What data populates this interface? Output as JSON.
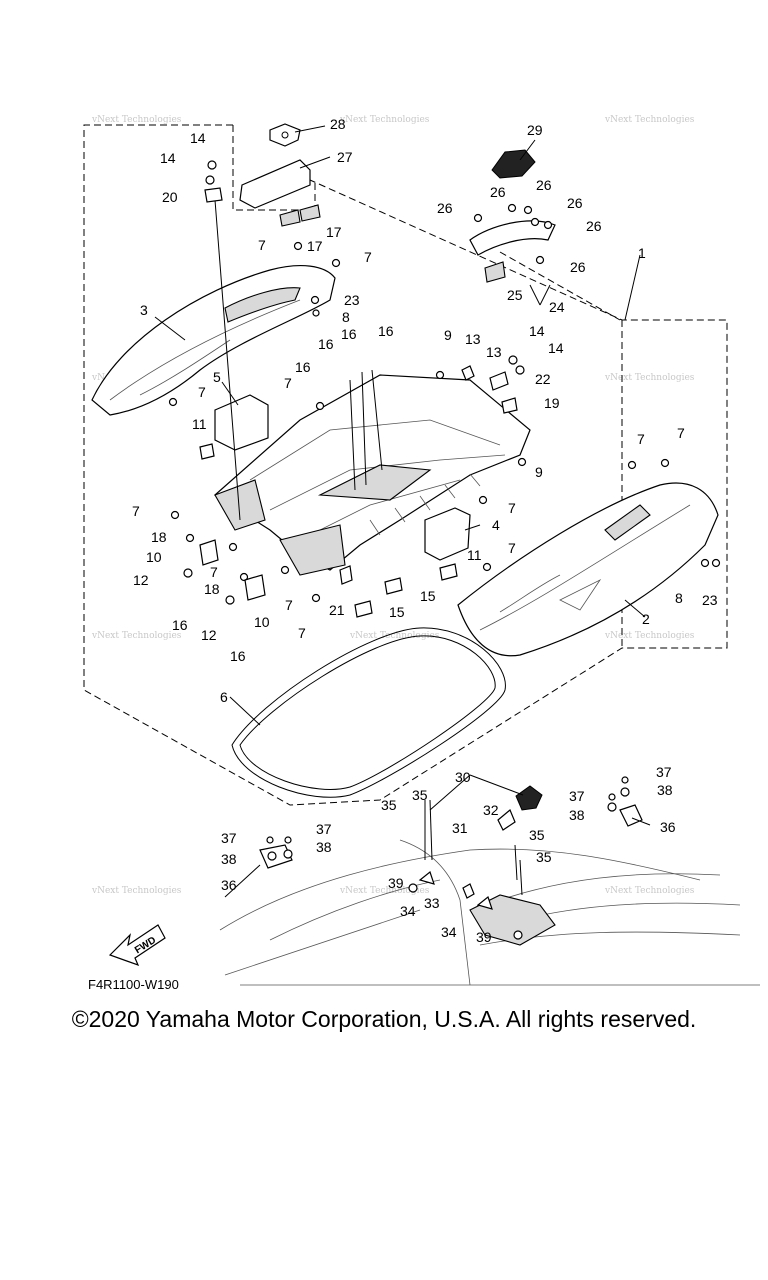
{
  "diagram": {
    "code": "F4R1100-W190",
    "fwd_label": "FWD",
    "watermark": "vNext Technologies",
    "callouts": [
      "1",
      "2",
      "3",
      "4",
      "5",
      "6",
      "7",
      "8",
      "9",
      "10",
      "11",
      "12",
      "13",
      "14",
      "15",
      "16",
      "17",
      "18",
      "19",
      "20",
      "21",
      "22",
      "23",
      "24",
      "25",
      "26",
      "27",
      "28",
      "29",
      "30",
      "31",
      "32",
      "33",
      "34",
      "35",
      "36",
      "37",
      "38",
      "39"
    ]
  },
  "footer": {
    "copyright": "©2020 Yamaha Motor Corporation, U.S.A. All rights reserved."
  }
}
